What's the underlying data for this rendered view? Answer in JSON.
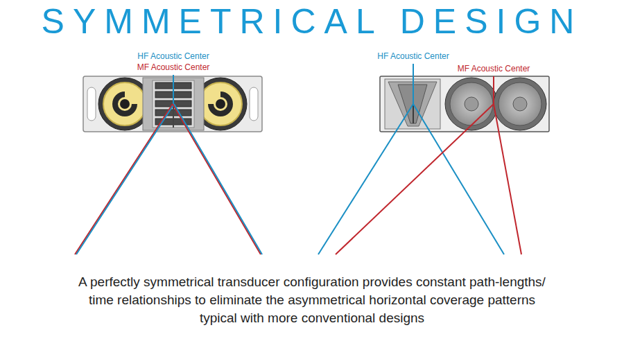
{
  "diagram": {
    "title": "SYMMETRICAL DESIGN",
    "caption": "A perfectly symmetrical transducer configuration provides constant path-lengths/ time relationships to eliminate the asymmetrical horizontal coverage patterns typical with more conventional designs",
    "labels": [
      "HF Acoustic Center",
      "MF Acoustic Center",
      "HF Acoustic Center",
      "MF Acoustic Center"
    ]
  }
}
